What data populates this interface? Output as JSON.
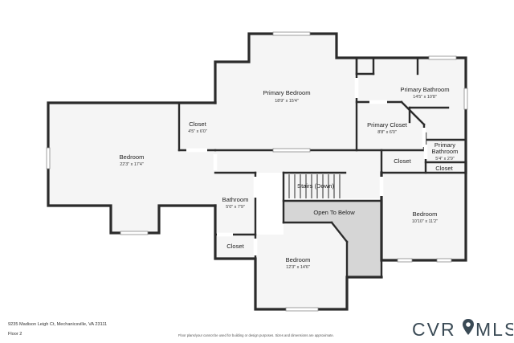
{
  "rooms": [
    {
      "name": "Primary Bedroom",
      "dims": "18'9\" x 15'4\""
    },
    {
      "name": "Primary Bathroom",
      "dims": "14'5\" x 10'8\""
    },
    {
      "name": "Closet",
      "dims": "4'5\" x 6'0\""
    },
    {
      "name": "Primary Closet",
      "dims": "8'8\" x 6'0\""
    },
    {
      "name": "Bedroom",
      "dims": "22'3\" x 17'4\""
    },
    {
      "name": "Primary",
      "name2": "Bathroom",
      "dims": "5'4\" x 2'9\""
    },
    {
      "name": "Closet"
    },
    {
      "name": "Closet"
    },
    {
      "name": "Stairs (Down)"
    },
    {
      "name": "Bathroom",
      "dims": "5'0\" x 7'9\""
    },
    {
      "name": "Open To Below"
    },
    {
      "name": "Bedroom",
      "dims": "10'10\" x 11'2\""
    },
    {
      "name": "Closet"
    },
    {
      "name": "Bedroom",
      "dims": "12'3\" x 14'6\""
    }
  ],
  "footer": {
    "address": "9235 Madison Leigh Ct, Mechanicsville, VA 23111",
    "floor": "Floor 2",
    "disclaimer": "Floor plans/your cannot be used for building or design purposes. Sizes and dimensions are approximate."
  },
  "logo": {
    "text_left": "CVR",
    "text_right": "MLS",
    "icon": "map-pin-icon",
    "color": "#3a4a55"
  }
}
